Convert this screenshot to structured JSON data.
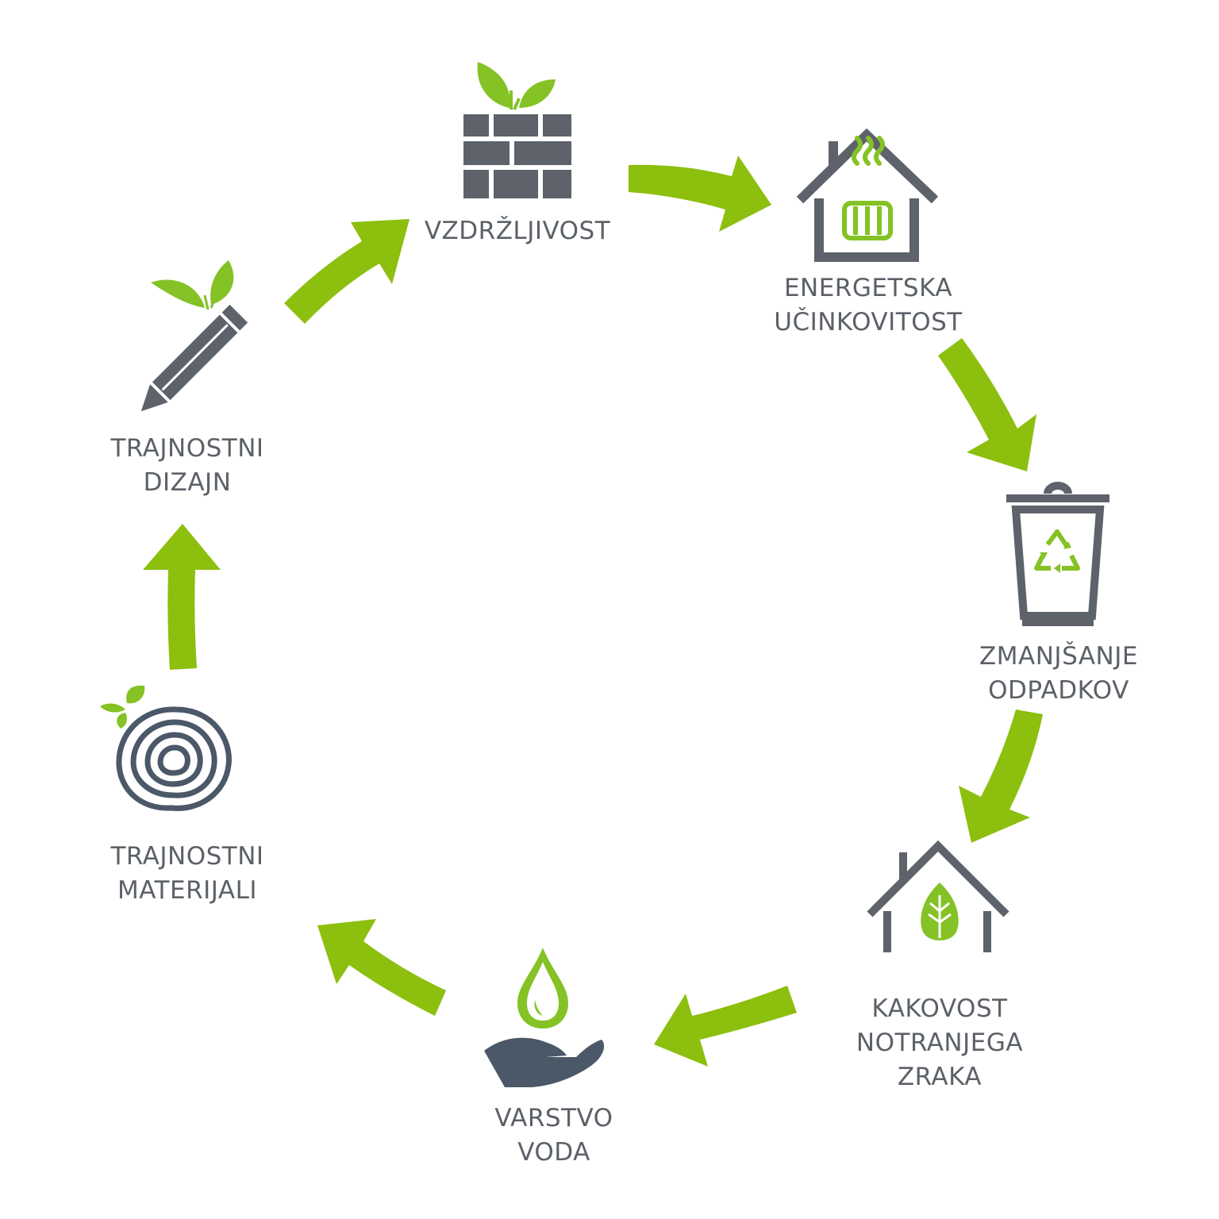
{
  "colors": {
    "green": "#8cbf0e",
    "leaf": "#84c225",
    "gray": "#5d626b",
    "text": "#5c6168"
  },
  "nodes": [
    {
      "id": "durability",
      "icon": "brick-wall-with-sprout-icon",
      "lines": [
        "VZDRŽLJIVOST"
      ]
    },
    {
      "id": "energy",
      "icon": "house-with-radiator-icon",
      "lines": [
        "ENERGETSKA",
        "UČINKOVITOST"
      ]
    },
    {
      "id": "waste",
      "icon": "recycle-bin-icon",
      "lines": [
        "ZMANJŠANJE",
        "ODPADKOV"
      ]
    },
    {
      "id": "air",
      "icon": "house-with-leaf-icon",
      "lines": [
        "KAKOVOST",
        "NOTRANJEGA",
        "ZRAKA"
      ]
    },
    {
      "id": "water",
      "icon": "hand-with-water-drop-icon",
      "lines": [
        "VARSTVO",
        "VODA"
      ]
    },
    {
      "id": "materials",
      "icon": "tree-rings-icon",
      "lines": [
        "TRAJNOSTNI",
        "MATERIJALI"
      ]
    },
    {
      "id": "design",
      "icon": "pencil-with-sprout-icon",
      "lines": [
        "TRAJNOSTNI",
        "DIZAJN"
      ]
    }
  ]
}
